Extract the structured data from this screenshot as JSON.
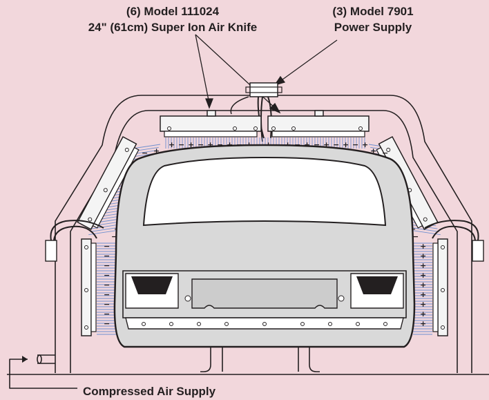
{
  "labels": {
    "air_knife_line1": "(6) Model 111024",
    "air_knife_line2": "24\" (61cm) Super Ion Air Knife",
    "power_supply_line1": "(3) Model 7901",
    "power_supply_line2": "Power Supply",
    "compressed_air": "Compressed Air Supply"
  },
  "colors": {
    "background": "#f2d7dc",
    "outline": "#231f20",
    "car_body": "#d9d9d9",
    "airflow_lines": "#6f8fcf"
  }
}
